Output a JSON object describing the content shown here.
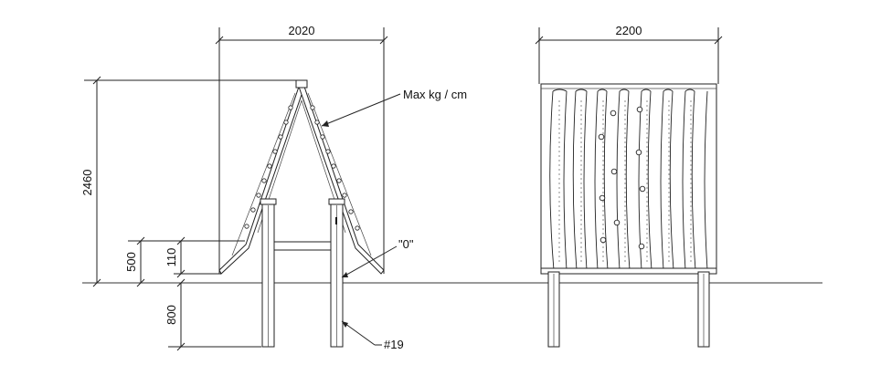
{
  "dimensions": {
    "side_width": "2020",
    "front_width": "2200",
    "total_height": "2460",
    "post_offset": "110",
    "ground_height": "500",
    "foundation_depth": "800"
  },
  "labels": {
    "max_load": "Max kg / cm",
    "zero_mark": "\"0\"",
    "part_number": "#19"
  },
  "colors": {
    "line": "#222222",
    "ground": "#333333",
    "background": "#ffffff"
  }
}
